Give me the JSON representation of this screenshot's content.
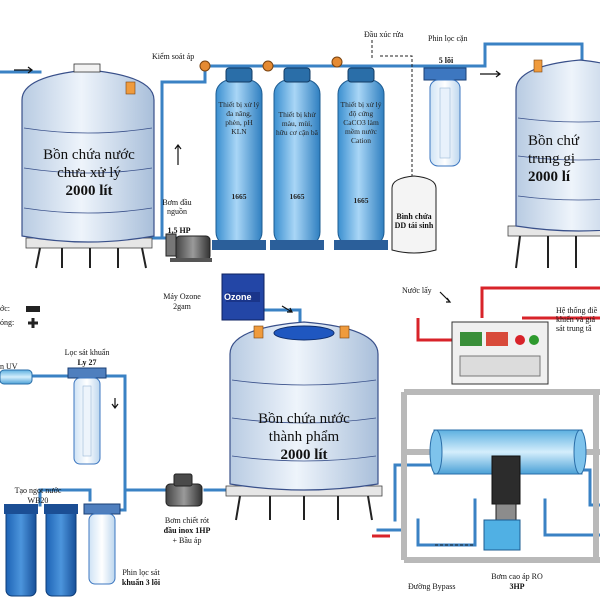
{
  "tanks": {
    "untreated": {
      "line1": "Bồn chứa nước",
      "line2": "chưa xử lý",
      "capacity": "2000 lít"
    },
    "intermediate": {
      "line1": "Bồn chứ",
      "line2": "trung gi",
      "capacity": "2000 lí"
    },
    "product": {
      "line1": "Bồn chứa nước",
      "line2": "thành phẩm",
      "capacity": "2000 lít"
    }
  },
  "columns": [
    {
      "label": "Thiết bị xử lý đa năng, phèn, pH KLN",
      "model": "1665"
    },
    {
      "label": "Thiết bị khử màu, mùi, hữu cơ cặn bã",
      "model": "1665"
    },
    {
      "label": "Thiết bị xử lý độ cứng CaCO3 làm mềm nước Cation",
      "model": "1665"
    }
  ],
  "labels": {
    "pressure_gauge": "Kiểm soát áp",
    "salt_valve": "Đầu xúc rửa",
    "sediment_filter_top": "Phin lọc cặn",
    "sediment_filter_top_size": "5 lõi",
    "source_pump": "Bơm đầu nguồn",
    "source_pump_hp": "1,5 HP",
    "brine_tank": "Bình chứa DD tái sinh",
    "ozone_unit": "Ozone",
    "ozone_machine": "Máy Ozone",
    "ozone_capacity": "2gam",
    "waste_water": "Nước lấy",
    "control_system": "Hệ thống điề khiển và giá sát trung tâ",
    "uv": "n UV",
    "bacteria_filter": "Lọc sát khuẩn",
    "bacteria_size": "Ly 27",
    "taste_filter": "Tạo ngọt nước",
    "taste_model": "WB20",
    "bacteria_filter_bottom": "Phin lọc sát",
    "bacteria_filter_bottom_size": "khuẩn 3 lõi",
    "fill_pump": "Bơm chiết rót",
    "fill_pump_detail": "đầu inox 1HP",
    "fill_pump_detail2": "+ Bầu áp",
    "bypass": "Đường Bypass",
    "ro_pump": "Bơm cao áp RO",
    "ro_pump_hp": "3HP",
    "legend_a": "ớc:",
    "legend_b": "óng:"
  },
  "colors": {
    "pipe": "#3a82c4",
    "tank": "#dfe9f5",
    "column": "#5aa8e0",
    "red": "#d8232a",
    "frame": "#b9b9b9"
  }
}
